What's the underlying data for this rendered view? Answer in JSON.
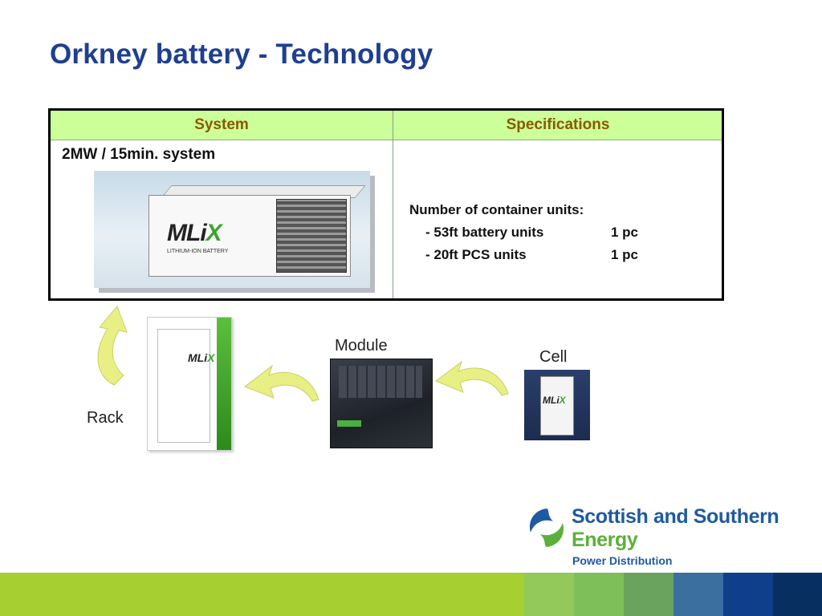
{
  "slide": {
    "title": "Orkney battery - Technology"
  },
  "table": {
    "headers": [
      "System",
      "Specifications"
    ],
    "system_label": "2MW / 15min. system",
    "container_logo": "MLiX",
    "container_logo_sub": "LITHIUM-ION BATTERY",
    "spec_heading": "Number of container units:",
    "spec_rows": [
      {
        "name": "- 53ft battery units",
        "qty": "1 pc"
      },
      {
        "name": "- 20ft PCS units",
        "qty": "1 pc"
      }
    ]
  },
  "diagram": {
    "rack_label": "Rack",
    "module_label": "Module",
    "cell_label": "Cell",
    "product_logo": "MLiX"
  },
  "brand": {
    "line1": "Scottish and Southern",
    "line2": "Energy",
    "line3": "Power Distribution",
    "colors": {
      "blue": "#1f5aa0",
      "green": "#5cb03a"
    }
  },
  "footer": {
    "colors": [
      "#a6cf32",
      "#93c85a",
      "#7fbf5a",
      "#6aa35d",
      "#3a6fa0",
      "#0f3f8a",
      "#073061"
    ]
  },
  "theme": {
    "title_color": "#1f3f8f",
    "header_fill": "#ccff99",
    "header_text": "#8a5a00",
    "arrow_fill": "#e8ef84"
  }
}
